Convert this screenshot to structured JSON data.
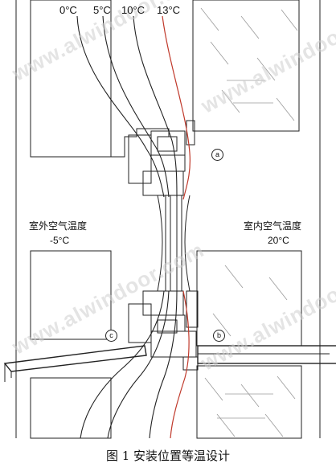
{
  "isotherms": {
    "t0": "0°C",
    "t5": "5°C",
    "t10": "10°C",
    "t13": "13°C"
  },
  "outdoor": {
    "label": "室外空气温度",
    "temp": "-5°C"
  },
  "indoor": {
    "label": "室内空气温度",
    "temp": "20°C"
  },
  "markers": {
    "a": "a",
    "b": "b",
    "c": "c"
  },
  "caption": "图 1 安装位置等温设计",
  "watermark": "www.alwindoor.com",
  "colors": {
    "line": "#222222",
    "isotherm_13": "#c0392b",
    "hatch": "#9a9a9a"
  }
}
